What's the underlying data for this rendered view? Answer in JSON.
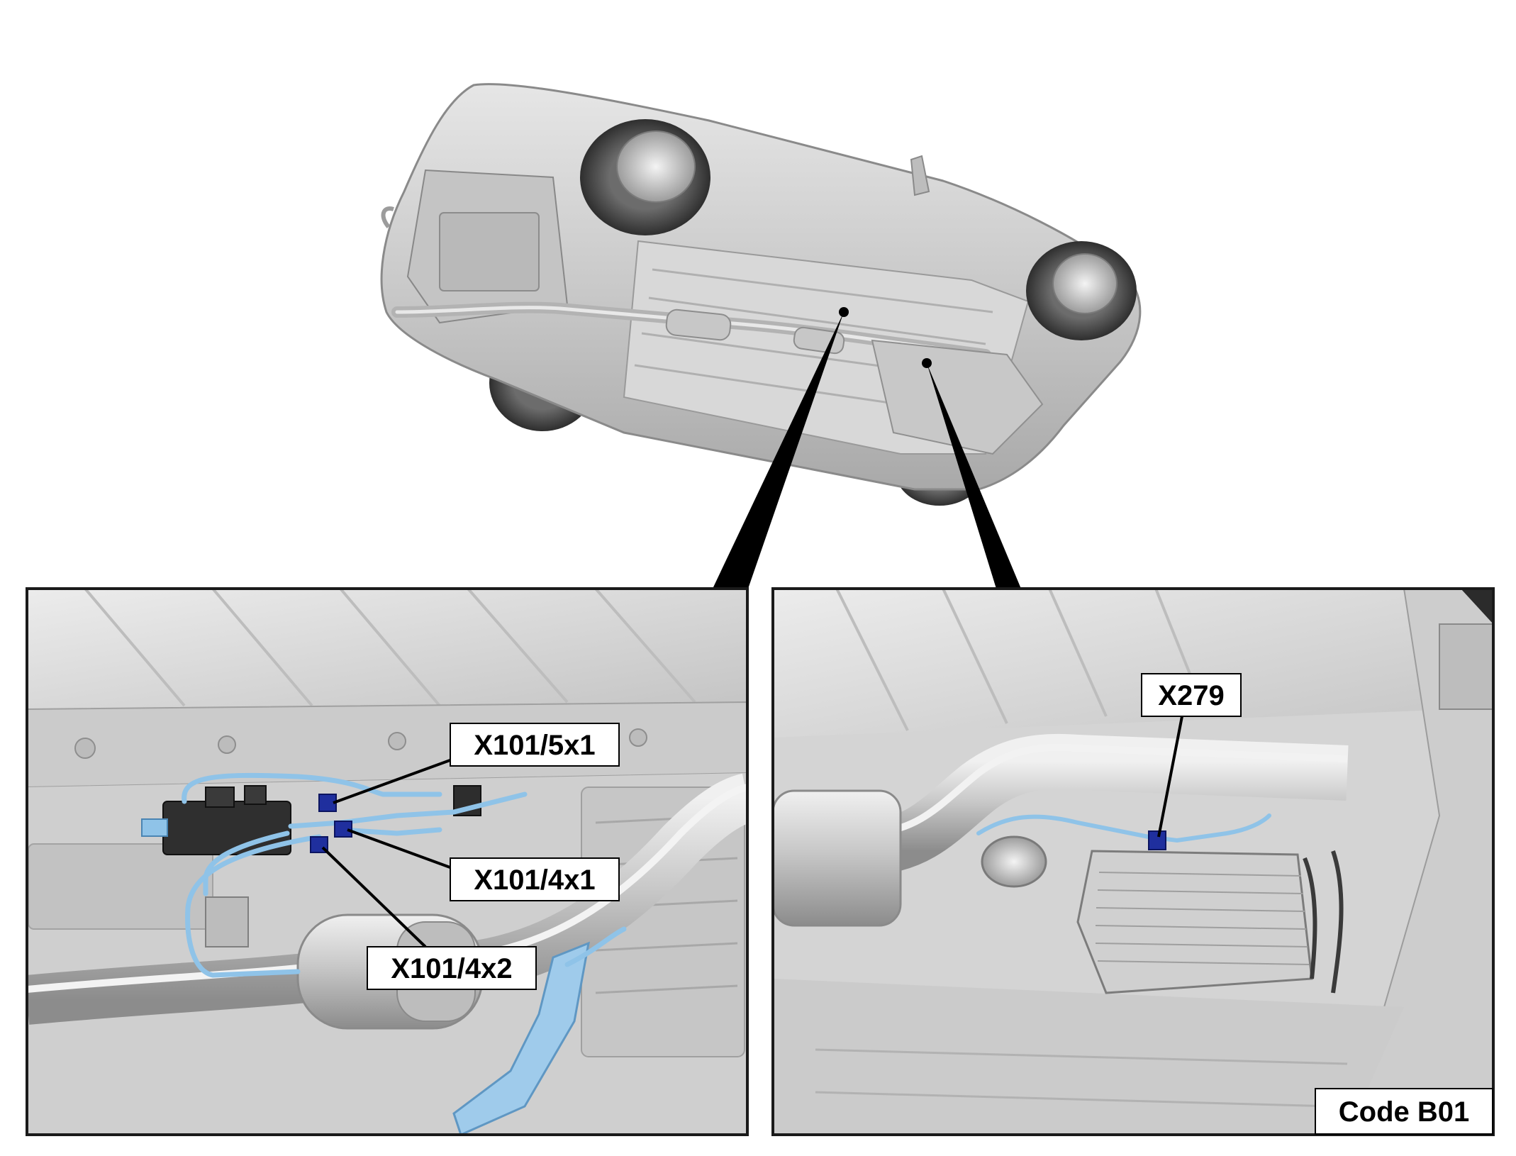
{
  "diagram": {
    "overview": {
      "label": "vehicle-underside-overview"
    },
    "left_detail": {
      "callouts": [
        {
          "id": "x101_5x1",
          "text": "X101/5x1"
        },
        {
          "id": "x101_4x1",
          "text": "X101/4x1"
        },
        {
          "id": "x101_4x2",
          "text": "X101/4x2"
        }
      ]
    },
    "right_detail": {
      "callouts": [
        {
          "id": "x279",
          "text": "X279"
        }
      ],
      "code_label": "Code B01"
    },
    "colors": {
      "body": "#cfcfcf",
      "body_dark": "#9a9a9a",
      "tire": "#3a3a3a",
      "harness": "#8fc3e8",
      "connector": "#1f2f9e",
      "module": "#2b2b2b",
      "frame": "#1a1a1a"
    }
  }
}
